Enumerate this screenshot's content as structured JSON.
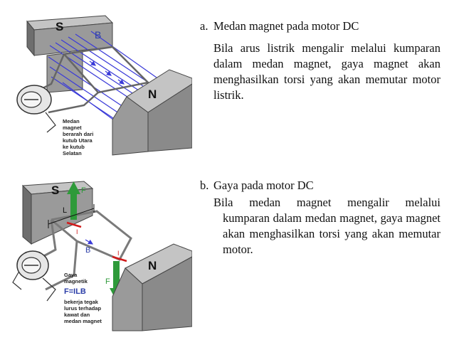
{
  "figure_a": {
    "pole_s": "S",
    "pole_n": "N",
    "field_label": "B",
    "caption": [
      "Medan",
      "magnet",
      "berarah dari",
      "kutub Utara",
      "ke kutub",
      "Selatan"
    ]
  },
  "figure_b": {
    "pole_s": "S",
    "pole_n": "N",
    "force_top": "F",
    "force_bottom": "F",
    "length_label": "L",
    "field_label": "B",
    "current_label": "I",
    "caption": [
      "Gaya",
      "magnetik",
      "F=ILB",
      "bekerja tegak",
      "lurus terhadap",
      "kawat dan",
      "medan magnet"
    ]
  },
  "section_a": {
    "marker": "a.",
    "title": "Medan magnet pada motor DC",
    "body": "Bila arus listrik mengalir melalui kumparan dalam medan magnet, gaya magnet akan menghasilkan torsi yang akan memutar motor listrik."
  },
  "section_b": {
    "marker": "b.",
    "title": "Gaya pada motor DC",
    "body_first": "Bila medan magnet mengalir melalui",
    "body_rest": "kumparan dalam medan magnet, gaya magnet akan menghasilkan torsi yang akan memutar motor."
  },
  "colors": {
    "magnet_face": "#9a9a9a",
    "magnet_dark": "#6e6e6e",
    "magnet_light": "#c4c4c4",
    "field_lines": "#3a3ad8",
    "force_arrow": "#2e9a3a",
    "current_mark": "#d11b1b",
    "label_blue": "#2b3ea8"
  }
}
